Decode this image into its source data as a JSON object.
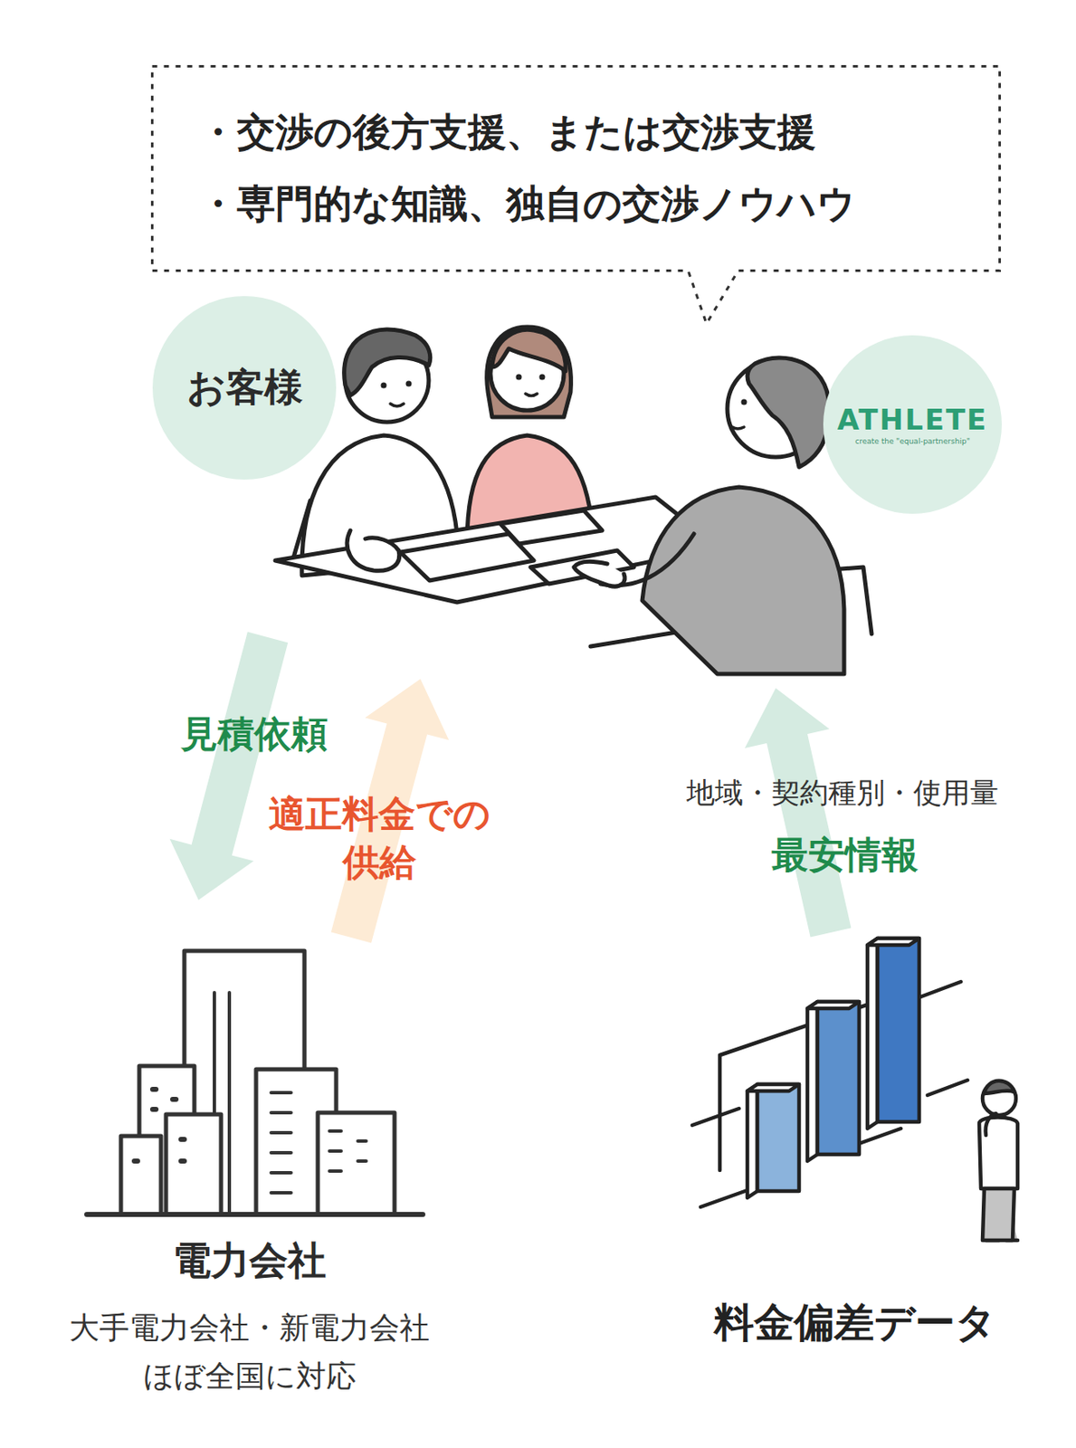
{
  "diagram": {
    "nodes": [
      {
        "text": [
          "・交渉の後方支援、または交渉支援",
          "・専門的な知識、独自の交渉ノウハウ"
        ]
      },
      {
        "text": [
          "お客様"
        ]
      },
      {
        "text": [
          "ATHLETE",
          "create the \"equal-partnership\""
        ]
      },
      {
        "text": [
          "電力会社",
          "大手電力会社・新電力会社 ほぼ全国に対応"
        ]
      },
      {
        "text": [
          "料金偏差データ"
        ]
      }
    ],
    "edges": [
      {
        "from": 1,
        "to": 3,
        "arrow": "to",
        "label": "見積依頼"
      },
      {
        "from": 3,
        "to": 1,
        "arrow": "to",
        "label": "適正料金での 供給"
      },
      {
        "from": 4,
        "to": 2,
        "arrow": "to",
        "label": "最安情報"
      }
    ],
    "labels": [
      "地域・契約種別・使用量"
    ]
  }
}
